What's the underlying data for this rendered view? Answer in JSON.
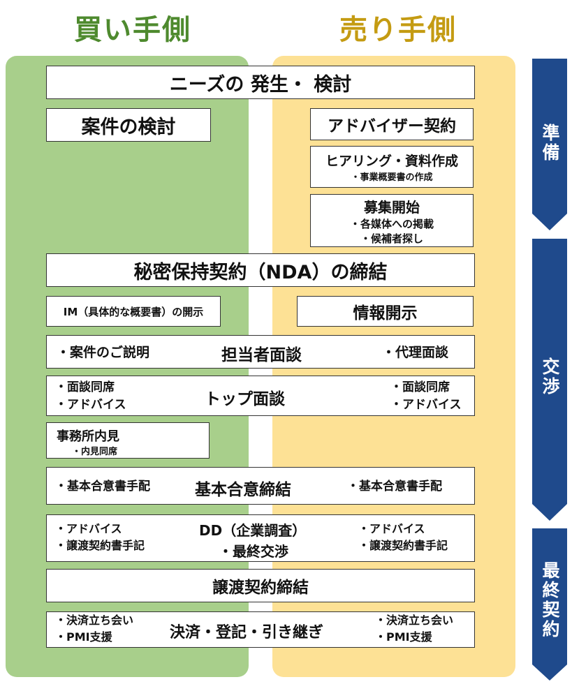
{
  "headers": {
    "buyer": "買い手側",
    "seller": "売り手側"
  },
  "phases": [
    "準備",
    "交渉",
    "最終契約"
  ],
  "steps": {
    "needs": "ニーズの 発生・ 検討",
    "buyer_review": "案件の検討",
    "advisor": "アドバイザー契約",
    "hearing": {
      "title": "ヒアリング・資料作成",
      "sub": "・事業概要書の作成"
    },
    "recruit": {
      "title": "募集開始",
      "sub1": "・各媒体への掲載",
      "sub2": "・候補者探し"
    },
    "nda": "秘密保持契約（NDA）の締結",
    "im": "IM（具体的な概要書）の開示",
    "info": "情報開示",
    "manager": {
      "left": "・案件のご説明",
      "center": "担当者面談",
      "right": "・代理面談"
    },
    "top": {
      "left1": "・面談同席",
      "left2": "・アドバイス",
      "center": "トップ面談",
      "right1": "・面談同席",
      "right2": "・アドバイス"
    },
    "office": {
      "title": "事務所内見",
      "sub": "・内見同席"
    },
    "basic": {
      "left": "・基本合意書手配",
      "center": "基本合意締結",
      "right": "・基本合意書手配"
    },
    "dd": {
      "left1": "・アドバイス",
      "left2": "・譲渡契約書手記",
      "center1": "DD（企業調査）",
      "center2": "・最終交渉",
      "right1": "・アドバイス",
      "right2": "・譲渡契約書手記"
    },
    "transfer": "譲渡契約締結",
    "settle": {
      "left1": "・決済立ち会い",
      "left2": "・PMI支援",
      "center": "決済・登記・引き継ぎ",
      "right1": "・決済立ち会い",
      "right2": "・PMI支援"
    }
  },
  "colors": {
    "buyer_panel": "#a8cf8b",
    "seller_panel": "#fde195",
    "phase": "#1f4a8c",
    "buyer_header": "#4e8a2e",
    "seller_header": "#c49b12"
  }
}
